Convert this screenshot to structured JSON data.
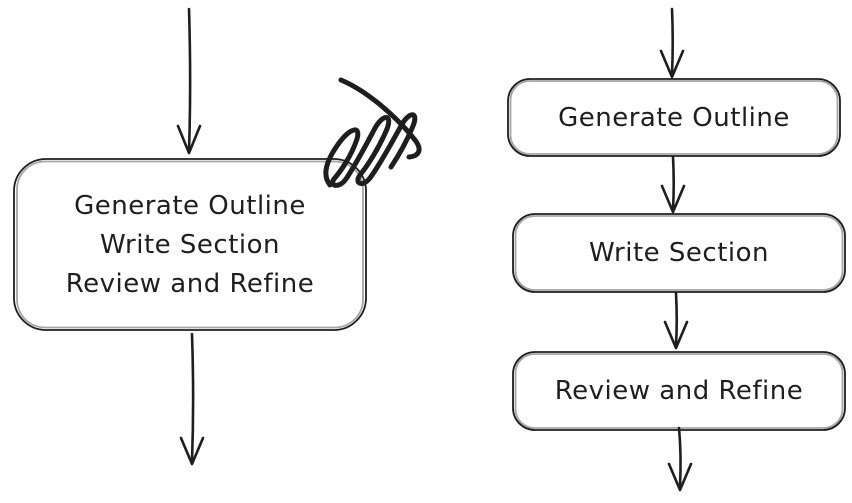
{
  "diagram": {
    "colors": {
      "background": "#ffffff",
      "stroke": "#1e1e1e",
      "node_fill": "#ffffff"
    },
    "left_flow": {
      "node_lines": [
        "Generate Outline",
        "Write Section",
        "Review and Refine"
      ],
      "icons": [
        "arrow-down-icon",
        "scribble-icon",
        "arrow-down-icon"
      ]
    },
    "right_flow": {
      "node_labels": [
        "Generate Outline",
        "Write Section",
        "Review and Refine"
      ],
      "icons": [
        "arrow-down-icon",
        "arrow-down-icon",
        "arrow-down-icon",
        "arrow-down-icon"
      ]
    }
  }
}
